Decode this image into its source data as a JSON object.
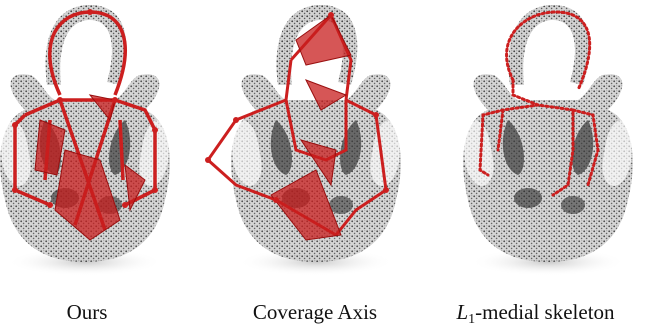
{
  "figure": {
    "panels": [
      {
        "id": "ours",
        "caption": "Ours"
      },
      {
        "id": "coverage",
        "caption": "Coverage Axis"
      },
      {
        "id": "l1",
        "caption_symbol": "L",
        "caption_sub": "1",
        "caption_rest": "-medial skeleton"
      }
    ],
    "colors": {
      "skeleton": "#cc1f1f",
      "skeleton_fill": "#c81e1e",
      "point_cloud": "#3a3a3a",
      "shadow": "#d9d9d9"
    }
  }
}
